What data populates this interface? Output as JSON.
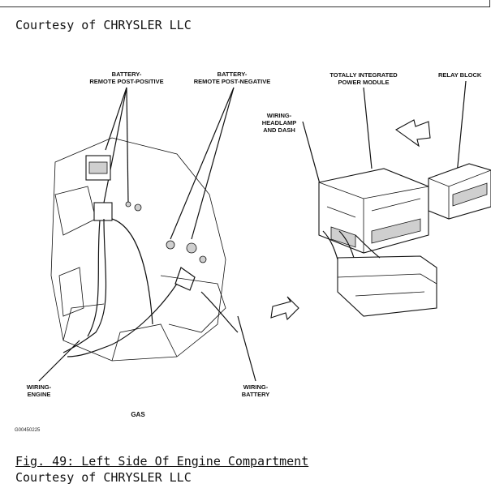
{
  "header": {
    "courtesy": "Courtesy of CHRYSLER LLC"
  },
  "figure": {
    "labels": {
      "battery_positive": [
        "BATTERY-",
        "REMOTE POST-POSITIVE"
      ],
      "battery_negative": [
        "BATTERY-",
        "REMOTE POST-NEGATIVE"
      ],
      "tipm": [
        "TOTALLY INTEGRATED",
        "POWER MODULE"
      ],
      "relay_block": "RELAY BLOCK",
      "wiring_headlamp": [
        "WIRING-",
        "HEADLAMP",
        "AND DASH"
      ],
      "wiring_engine": [
        "WIRING-",
        "ENGINE"
      ],
      "wiring_battery": [
        "WIRING-",
        "BATTERY"
      ],
      "gas": "GAS",
      "image_code": "G00450225"
    }
  },
  "footer": {
    "caption": "Fig. 49: Left Side Of Engine Compartment",
    "courtesy": "Courtesy of CHRYSLER LLC"
  }
}
